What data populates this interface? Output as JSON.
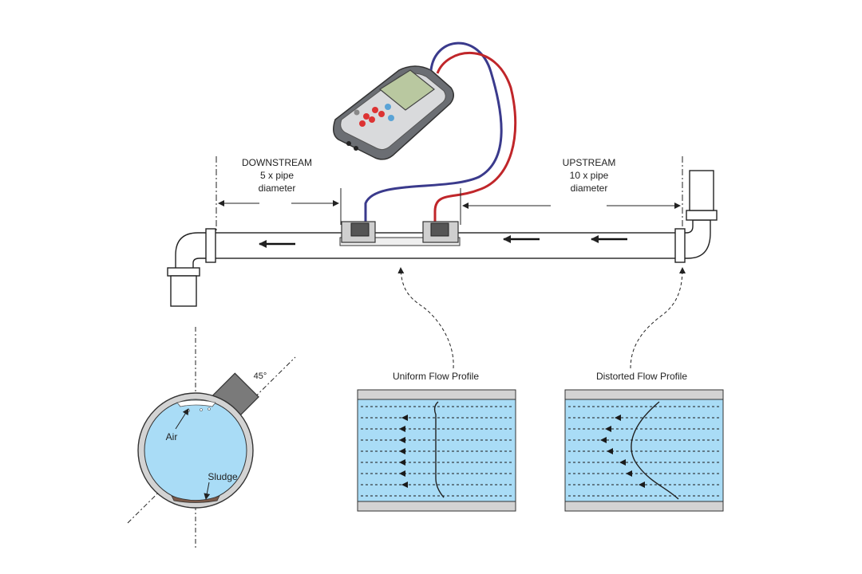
{
  "labels": {
    "downstream_title": "DOWNSTREAM",
    "downstream_line1": "5 x pipe",
    "downstream_line2": "diameter",
    "upstream_title": "UPSTREAM",
    "upstream_line1": "10 x pipe",
    "upstream_line2": "diameter",
    "uniform_profile": "Uniform Flow Profile",
    "distorted_profile": "Distorted Flow Profile",
    "angle": "45°",
    "air": "Air",
    "sludge": "Sludge"
  },
  "colors": {
    "water": "#a9dcf6",
    "pipe_wall": "#d3d3d3",
    "cable_blue": "#3a3a8c",
    "cable_red": "#c0262a",
    "meter_body": "#6b6e73",
    "screen": "#b9c8a0",
    "sludge": "#7a5a4a"
  },
  "icons": {
    "flow_arrow": "arrow-left-icon",
    "device": "flow-meter-device"
  }
}
